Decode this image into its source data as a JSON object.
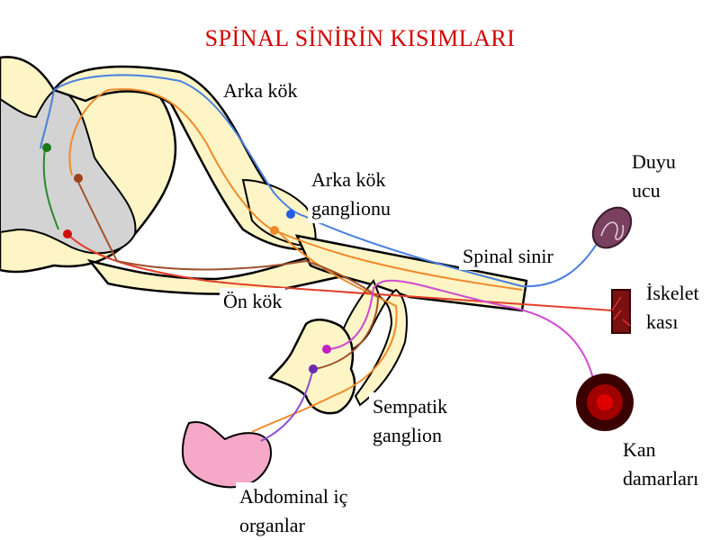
{
  "title": "SPİNAL SİNİRİN KISIMLARI",
  "labels": {
    "dorsal_root": "Arka kök",
    "dorsal_root_ganglion_1": "Arka kök",
    "dorsal_root_ganglion_2": "ganglionu",
    "sensory_ending_1": "Duyu",
    "sensory_ending_2": "ucu",
    "spinal_nerve": "Spinal sinir",
    "skeletal_muscle_1": "İskelet",
    "skeletal_muscle_2": "kası",
    "ventral_root": "Ön kök",
    "sympathetic_ganglion_1": "Sempatik",
    "sympathetic_ganglion_2": "ganglion",
    "blood_vessels_1": "Kan",
    "blood_vessels_2": "damarları",
    "abdominal_organs_1": "Abdominal iç",
    "abdominal_organs_2": "organlar"
  },
  "colors": {
    "title": "#d40000",
    "cord": "#fdf5c6",
    "gray_matter": "#d3d3d3",
    "outline": "#000000",
    "sensory_fiber": "#4a7fe0",
    "afferent_fiber": "#f08a2a",
    "motor_fiber": "#e0402a",
    "autonomic_fiber": "#d04ad0",
    "interneuron": "#2a8a2a",
    "organ": "#f5a8c8",
    "vessel": "#3a0000"
  }
}
